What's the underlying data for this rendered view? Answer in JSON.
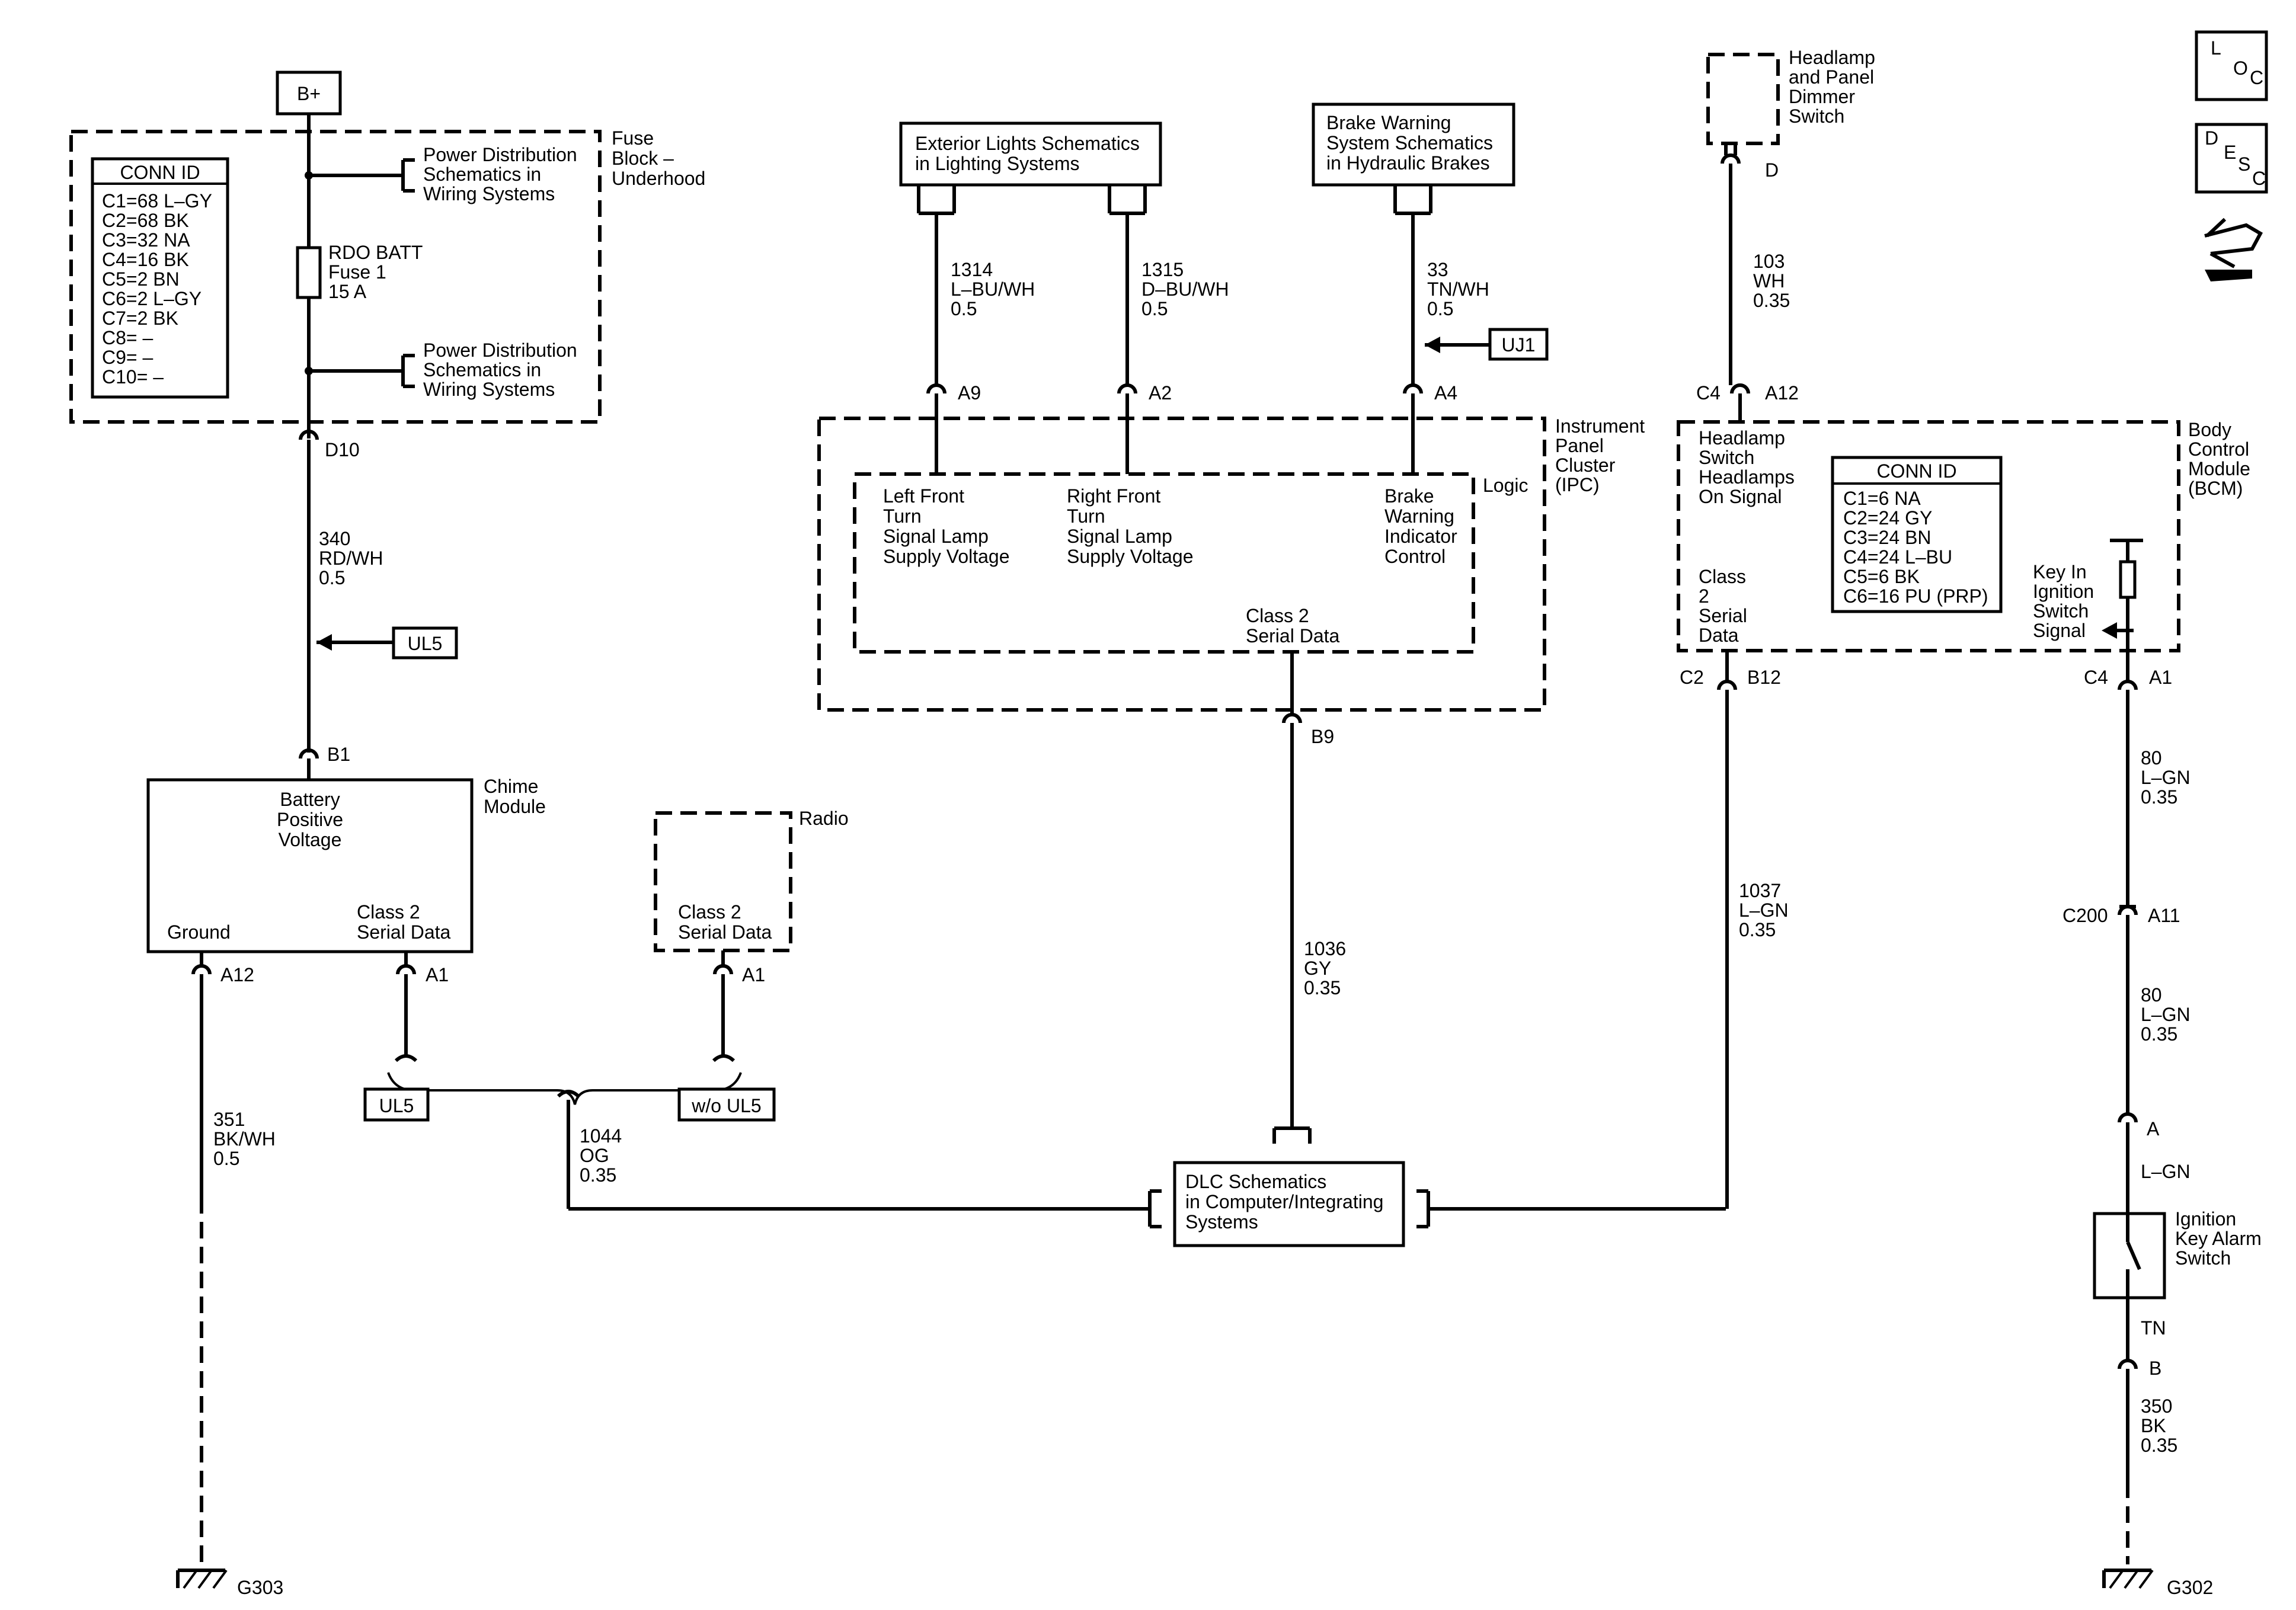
{
  "labels": {
    "bplus": "B+",
    "fuse_block": [
      "Fuse",
      "Block –",
      "Underhood"
    ],
    "conn_id_title": "CONN ID",
    "fuse_conn": [
      "C1=68 L–GY",
      "C2=68 BK",
      "C3=32 NA",
      "C4=16 BK",
      "C5=2 BN",
      "C6=2 L–GY",
      "C7=2 BK",
      "C8= –",
      "C9= –",
      "C10= –"
    ],
    "power_dist": [
      "Power Distribution",
      "Schematics in",
      "Wiring Systems"
    ],
    "fuse": [
      "RDO BATT",
      "Fuse 1",
      "15 A"
    ],
    "d10": "D10",
    "wire_340": [
      "340",
      "RD/WH",
      "0.5"
    ],
    "ul5": "UL5",
    "b1": "B1",
    "chime_module": [
      "Chime",
      "Module"
    ],
    "battery_positive": [
      "Battery",
      "Positive",
      "Voltage"
    ],
    "ground": "Ground",
    "class2_serial": [
      "Class 2",
      "Serial Data"
    ],
    "a12": "A12",
    "a1": "A1",
    "wire_351": [
      "351",
      "BK/WH",
      "0.5"
    ],
    "g303": "G303",
    "radio": "Radio",
    "wo_ul5": "w/o UL5",
    "wire_1044": [
      "1044",
      "OG",
      "0.35"
    ],
    "exterior_lights": [
      "Exterior Lights Schematics",
      "in Lighting Systems"
    ],
    "brake_warning_sys": [
      "Brake Warning",
      "System Schematics",
      "in Hydraulic Brakes"
    ],
    "wire_1314": [
      "1314",
      "L–BU/WH",
      "0.5"
    ],
    "wire_1315": [
      "1315",
      "D–BU/WH",
      "0.5"
    ],
    "wire_33": [
      "33",
      "TN/WH",
      "0.5"
    ],
    "uj1": "UJ1",
    "a9": "A9",
    "a2": "A2",
    "a4": "A4",
    "ipc": [
      "Instrument",
      "Panel",
      "Cluster",
      "(IPC)"
    ],
    "logic": "Logic",
    "left_front": [
      "Left Front",
      "Turn",
      "Signal Lamp",
      "Supply Voltage"
    ],
    "right_front": [
      "Right Front",
      "Turn",
      "Signal Lamp",
      "Supply Voltage"
    ],
    "brake_indicator": [
      "Brake",
      "Warning",
      "Indicator",
      "Control"
    ],
    "b9": "B9",
    "wire_1036": [
      "1036",
      "GY",
      "0.35"
    ],
    "dlc": [
      "DLC Schematics",
      "in Computer/Integrating",
      "Systems"
    ],
    "headlamp_dimmer": [
      "Headlamp",
      "and Panel",
      "Dimmer",
      "Switch"
    ],
    "d": "D",
    "wire_103": [
      "103",
      "WH",
      "0.35"
    ],
    "c4": "C4",
    "c2": "C2",
    "b12": "B12",
    "headlamp_signal": [
      "Headlamp",
      "Switch",
      "Headlamps",
      "On Signal"
    ],
    "bcm": [
      "Body",
      "Control",
      "Module",
      "(BCM)"
    ],
    "bcm_conn": [
      "C1=6 NA",
      "C2=24 GY",
      "C3=24 BN",
      "C4=24 L–BU",
      "C5=6 BK",
      "C6=16 PU (PRP)"
    ],
    "class2_vertical": [
      "Class",
      "2",
      "Serial",
      "Data"
    ],
    "key_in": [
      "Key In",
      "Ignition",
      "Switch",
      "Signal"
    ],
    "wire_1037": [
      "1037",
      "L–GN",
      "0.35"
    ],
    "wire_80": [
      "80",
      "L–GN",
      "0.35"
    ],
    "c200": "C200",
    "a11": "A11",
    "a": "A",
    "lgn": "L–GN",
    "ignition_switch": [
      "Ignition",
      "Key Alarm",
      "Switch"
    ],
    "tn": "TN",
    "b": "B",
    "wire_350": [
      "350",
      "BK",
      "0.35"
    ],
    "g302": "G302",
    "loc_icon": [
      "L",
      "O",
      "C"
    ],
    "desc_icon": [
      "D",
      "E",
      "S",
      "C"
    ]
  }
}
